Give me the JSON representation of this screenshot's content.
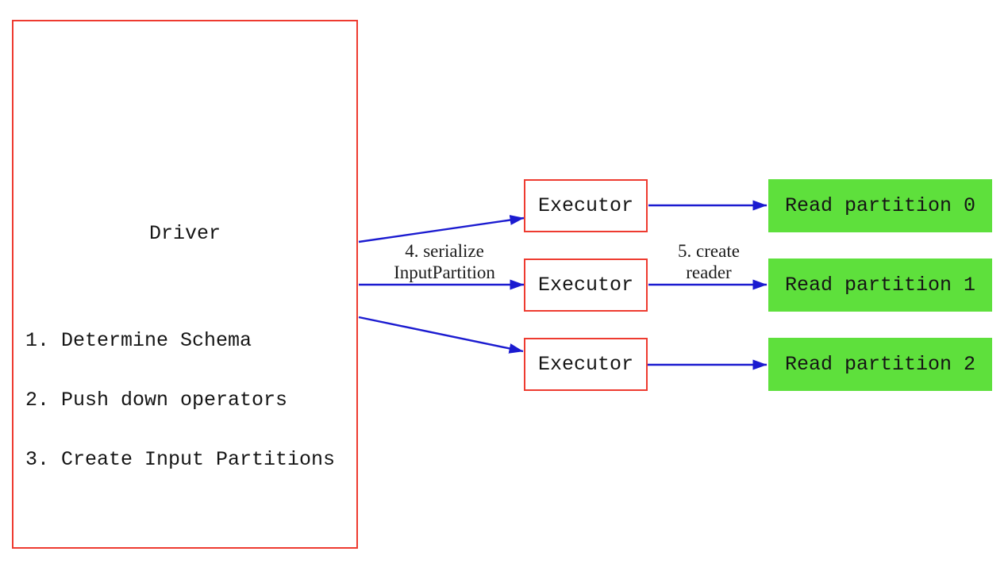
{
  "colors": {
    "border_red": "#ee3b30",
    "arrow_blue": "#1b1bd0",
    "partition_green": "#5ee03c",
    "text_black": "#151515"
  },
  "driver": {
    "title": "Driver",
    "steps": [
      "1. Determine Schema",
      "2. Push down operators",
      "3. Create Input Partitions"
    ]
  },
  "executors": [
    {
      "label": "Executor"
    },
    {
      "label": "Executor"
    },
    {
      "label": "Executor"
    }
  ],
  "partitions": [
    {
      "label": "Read partition 0"
    },
    {
      "label": "Read partition 1"
    },
    {
      "label": "Read partition 2"
    }
  ],
  "edge_labels": {
    "serialize": {
      "line1": "4. serialize",
      "line2": "InputPartition"
    },
    "create_reader": {
      "line1": "5. create",
      "line2": "reader"
    }
  }
}
